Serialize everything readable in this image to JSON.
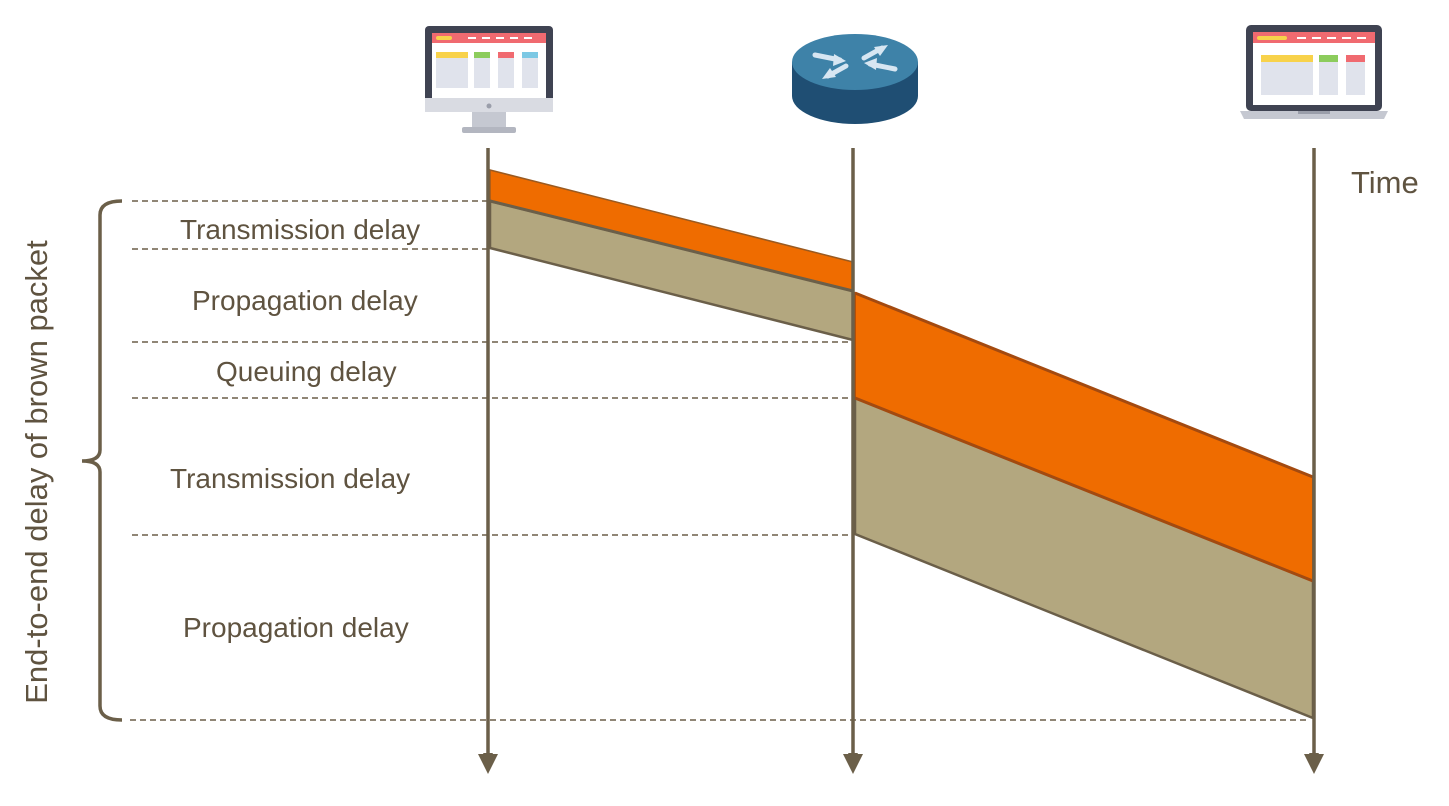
{
  "title": "",
  "time_label": "Time",
  "brace_label": "End-to-end delay of brown packet",
  "nodes": [
    {
      "id": "sender",
      "icon": "desktop-monitor-icon"
    },
    {
      "id": "router",
      "icon": "router-icon"
    },
    {
      "id": "receiver",
      "icon": "laptop-icon"
    }
  ],
  "delay_labels": [
    "Transmission delay",
    "Propagation delay",
    "Queuing delay",
    "Transmission delay",
    "Propagation delay"
  ],
  "colors": {
    "orange_packet": "#ef6c00",
    "brown_packet": "#b3a77f",
    "lines": "#6b5f49",
    "text": "#5f5340",
    "router_top": "#3e82a8",
    "router_side": "#1f4e73"
  }
}
